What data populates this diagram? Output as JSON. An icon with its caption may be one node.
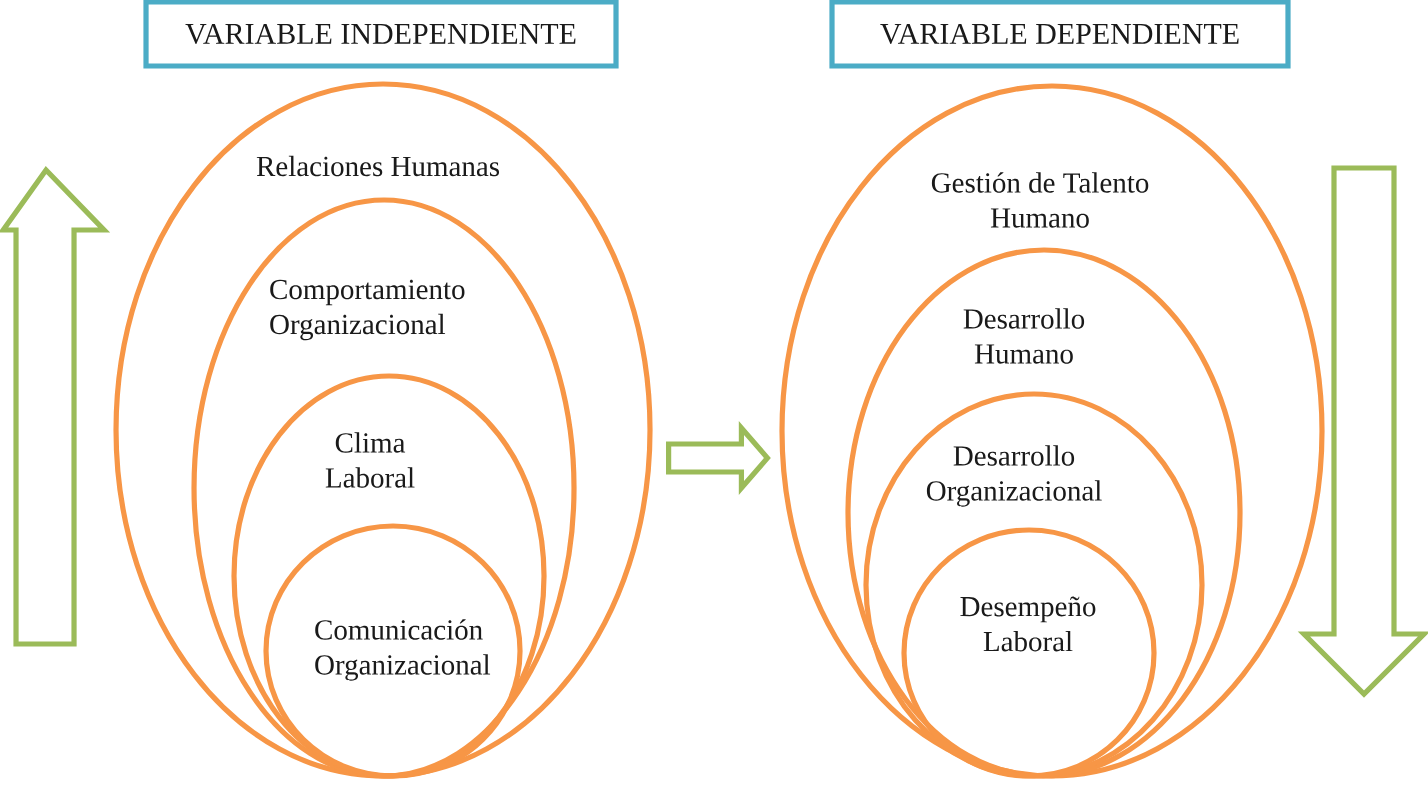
{
  "diagram": {
    "nodes": [
      {
        "text": [
          "VARIABLE INDEPENDIENTE"
        ]
      },
      {
        "text": [
          "Relaciones Humanas"
        ]
      },
      {
        "text": [
          "Comportamiento Organizacional"
        ],
        "in": 1
      },
      {
        "text": [
          "Clima Laboral"
        ],
        "in": 2
      },
      {
        "text": [
          "Comunicación Organizacional"
        ],
        "in": 3
      },
      {
        "text": [
          "VARIABLE DEPENDIENTE"
        ]
      },
      {
        "text": [
          "Gestión de Talento Humano"
        ]
      },
      {
        "text": [
          "Desarrollo Humano"
        ],
        "in": 6
      },
      {
        "text": [
          "Desarrollo Organizacional"
        ],
        "in": 7
      },
      {
        "text": [
          "Desempeño Laboral"
        ],
        "in": 8
      }
    ],
    "edges": [
      {
        "from": 1,
        "to": 6,
        "arrow": "to"
      }
    ]
  }
}
